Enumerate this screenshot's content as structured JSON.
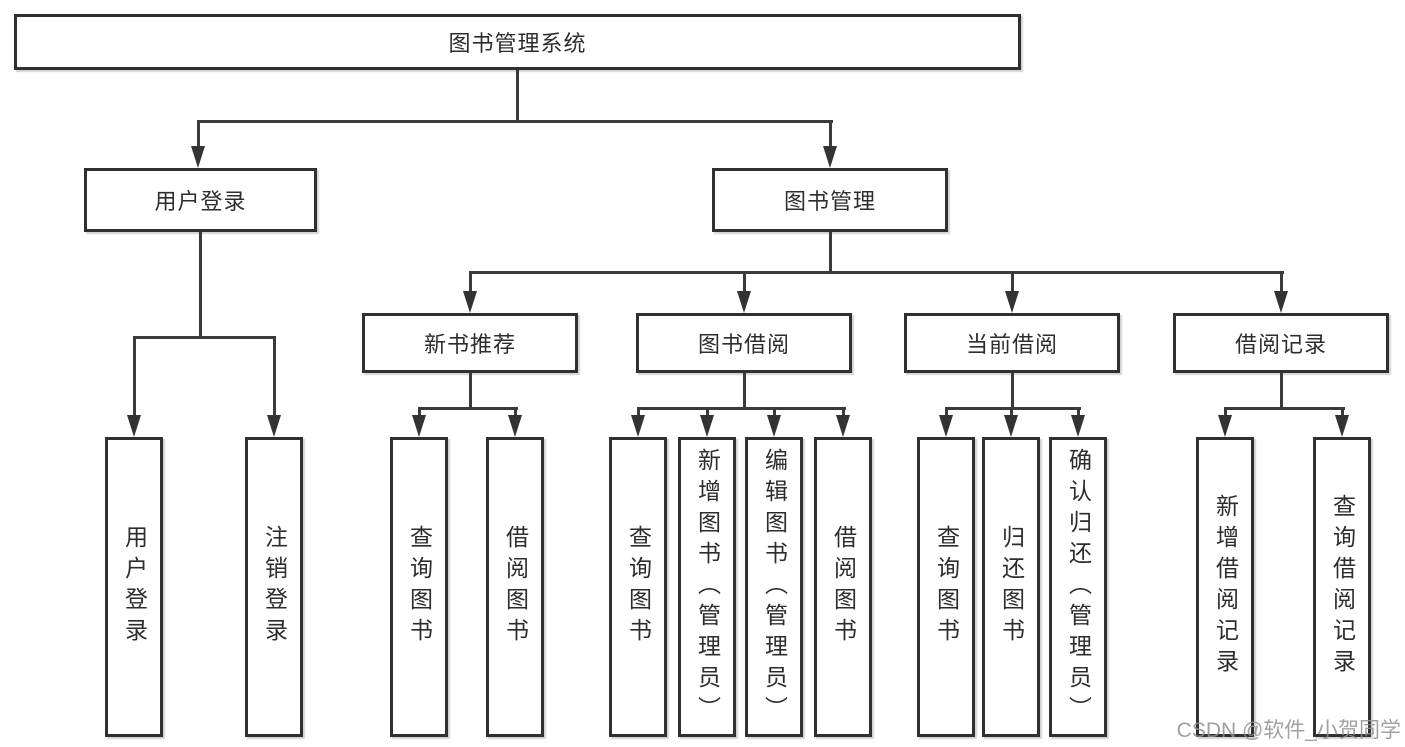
{
  "tree": {
    "root": {
      "label": "图书管理系统",
      "children": [
        {
          "label": "用户登录",
          "children": [
            {
              "label": "用户登录"
            },
            {
              "label": "注销登录"
            }
          ]
        },
        {
          "label": "图书管理",
          "children": [
            {
              "label": "新书推荐",
              "children": [
                {
                  "label": "查询图书"
                },
                {
                  "label": "借阅图书"
                }
              ]
            },
            {
              "label": "图书借阅",
              "children": [
                {
                  "label": "查询图书"
                },
                {
                  "label": "新增图书（管理员）"
                },
                {
                  "label": "编辑图书（管理员）"
                },
                {
                  "label": "借阅图书"
                }
              ]
            },
            {
              "label": "当前借阅",
              "children": [
                {
                  "label": "查询图书"
                },
                {
                  "label": "归还图书"
                },
                {
                  "label": "确认归还（管理员）"
                }
              ]
            },
            {
              "label": "借阅记录",
              "children": [
                {
                  "label": "新增借阅记录"
                },
                {
                  "label": "查询借阅记录"
                }
              ]
            }
          ]
        }
      ]
    }
  },
  "watermark": {
    "text": "CSDN @软件_小贺同学"
  },
  "colors": {
    "line": "#3a3a3a",
    "box_border": "#303030",
    "box_fill": "#ffffff",
    "text": "#2d2d2d",
    "watermark": "#919191",
    "background": "#ffffff"
  }
}
